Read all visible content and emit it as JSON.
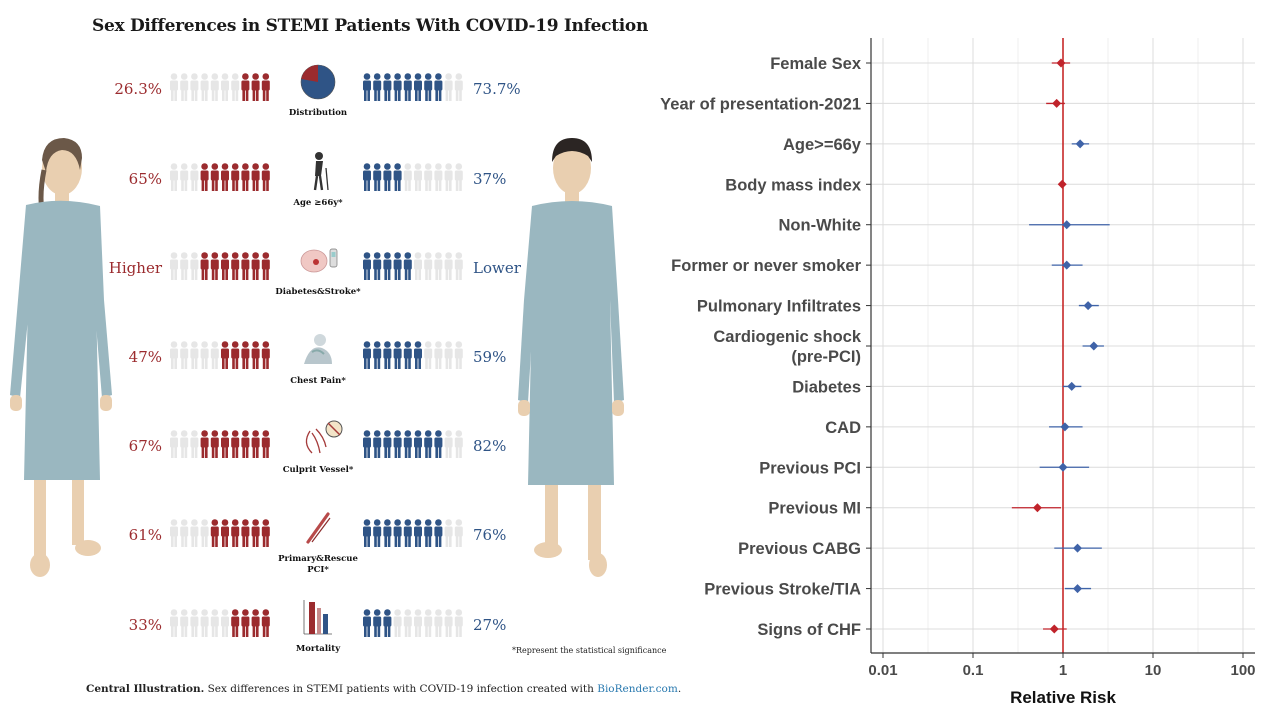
{
  "infographic": {
    "title": "Sex Differences in STEMI Patients With COVID-19 Infection",
    "caption_label": "Central Illustration.",
    "caption_text": " Sex differences in STEMI patients with COVID-19 infection created with ",
    "caption_link": "BioRender.com",
    "caption_end": ".",
    "footnote": "*Represent the statistical significance",
    "colors": {
      "female": "#9b2b2e",
      "male": "#2f5486",
      "faded": "#e6e6e6"
    },
    "rows": [
      {
        "female_text": "26.3%",
        "male_text": "73.7%",
        "label": [
          "Distribution"
        ],
        "female_filled": 3,
        "male_filled": 8,
        "icon": "pie-chart-icon"
      },
      {
        "female_text": "65%",
        "male_text": "37%",
        "label": [
          "Age ≥66y*"
        ],
        "female_filled": 7,
        "male_filled": 4,
        "icon": "elderly-person-icon"
      },
      {
        "female_text": "Higher",
        "male_text": "Lower",
        "label": [
          "Diabetes&Stroke*"
        ],
        "female_filled": 7,
        "male_filled": 5,
        "icon": "brain-glucometer-icon"
      },
      {
        "female_text": "47%",
        "male_text": "59%",
        "label": [
          "Chest Pain*"
        ],
        "female_filled": 5,
        "male_filled": 6,
        "icon": "chest-pain-icon"
      },
      {
        "female_text": "67%",
        "male_text": "82%",
        "label": [
          "Culprit Vessel*"
        ],
        "female_filled": 7,
        "male_filled": 8,
        "icon": "heart-vessel-icon"
      },
      {
        "female_text": "61%",
        "male_text": "76%",
        "label": [
          "Primary&Rescue",
          "PCI*"
        ],
        "female_filled": 6,
        "male_filled": 8,
        "icon": "catheter-icon"
      },
      {
        "female_text": "33%",
        "male_text": "27%",
        "label": [
          "Mortality"
        ],
        "female_filled": 4,
        "male_filled": 3,
        "icon": "bar-chart-icon"
      }
    ]
  },
  "chart_data": {
    "type": "forest",
    "xlabel": "Relative Risk",
    "x_scale": "log",
    "xlim": [
      0.01,
      100
    ],
    "x_ticks": [
      "0.01",
      "0.1",
      "1",
      "10",
      "100"
    ],
    "reference_line": 1,
    "grid": true,
    "colors": {
      "below_one": "#c0232b",
      "above_one": "#3f63a8",
      "reference": "#c62828"
    },
    "rows": [
      {
        "label": [
          "Female Sex"
        ],
        "estimate": 0.95,
        "lower": 0.75,
        "upper": 1.2
      },
      {
        "label": [
          "Year of presentation-2021"
        ],
        "estimate": 0.85,
        "lower": 0.65,
        "upper": 1.05
      },
      {
        "label": [
          "Age>=66y"
        ],
        "estimate": 1.55,
        "lower": 1.25,
        "upper": 1.95
      },
      {
        "label": [
          "Body mass index"
        ],
        "estimate": 0.98,
        "lower": 0.93,
        "upper": 1.03
      },
      {
        "label": [
          "Non-White"
        ],
        "estimate": 1.1,
        "lower": 0.42,
        "upper": 3.3
      },
      {
        "label": [
          "Former or never smoker"
        ],
        "estimate": 1.1,
        "lower": 0.75,
        "upper": 1.65
      },
      {
        "label": [
          "Pulmonary Infiltrates"
        ],
        "estimate": 1.9,
        "lower": 1.5,
        "upper": 2.5
      },
      {
        "label": [
          "Cardiogenic shock",
          "(pre-PCI)"
        ],
        "estimate": 2.2,
        "lower": 1.65,
        "upper": 2.85
      },
      {
        "label": [
          "Diabetes"
        ],
        "estimate": 1.25,
        "lower": 1.0,
        "upper": 1.6
      },
      {
        "label": [
          "CAD"
        ],
        "estimate": 1.05,
        "lower": 0.7,
        "upper": 1.65
      },
      {
        "label": [
          "Previous PCI"
        ],
        "estimate": 1.0,
        "lower": 0.55,
        "upper": 1.95
      },
      {
        "label": [
          "Previous MI"
        ],
        "estimate": 0.52,
        "lower": 0.27,
        "upper": 0.95
      },
      {
        "label": [
          "Previous CABG"
        ],
        "estimate": 1.45,
        "lower": 0.8,
        "upper": 2.7
      },
      {
        "label": [
          "Previous Stroke/TIA"
        ],
        "estimate": 1.45,
        "lower": 1.05,
        "upper": 2.05
      },
      {
        "label": [
          "Signs of CHF"
        ],
        "estimate": 0.8,
        "lower": 0.6,
        "upper": 1.1
      }
    ]
  }
}
